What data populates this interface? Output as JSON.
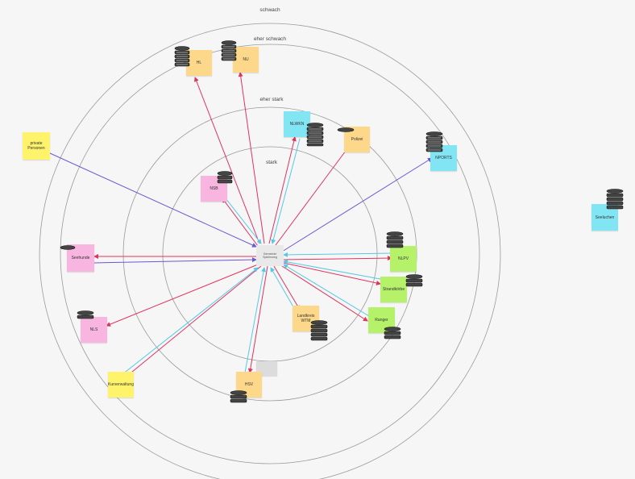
{
  "rings": [
    {
      "label": "schwach"
    },
    {
      "label": "eher schwach"
    },
    {
      "label": "eher stark"
    },
    {
      "label": "stark"
    }
  ],
  "center": {
    "label": "Gemeinde Spielerweg"
  },
  "notes": {
    "hl": "HL",
    "nu": "NU",
    "nlwkn": "NLWKN",
    "polizei": "Polizei",
    "nports": "NPORTS",
    "private": "private Personen",
    "nsb": "NSB",
    "seehunde": "Seehunde",
    "nlpv": "NLPV",
    "strandkorb": "Strandkörbe",
    "ranger": "Ranger",
    "landkreis": "Landkreis WTM",
    "hsv": "HSV",
    "nls": "NLS",
    "kurverwaltung": "Kurverwaltung",
    "seelsorger": "Seeluchen"
  },
  "icons": {
    "database": "database-icon"
  },
  "colors": {
    "arrow_red": "#e0335e",
    "arrow_blue": "#57c8e6",
    "arrow_purple": "#6a59d0",
    "ring": "#9a9a9a"
  }
}
